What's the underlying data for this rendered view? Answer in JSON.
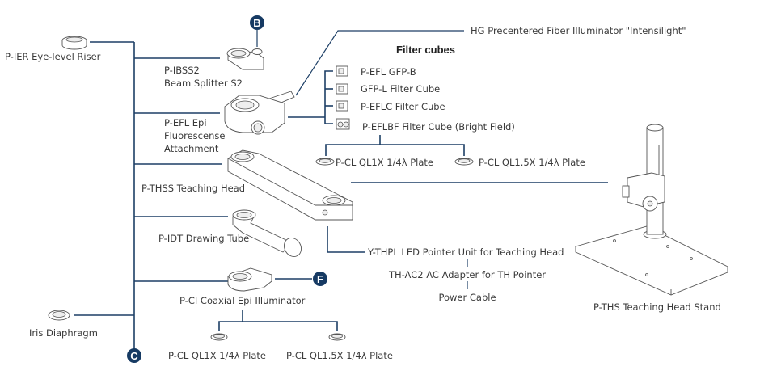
{
  "diagram": {
    "title": "Microscope accessory system diagram",
    "accent_color": "#1d3f66",
    "badge_color": "#163a63",
    "filter_cubes_heading": "Filter cubes",
    "badges": {
      "b": "B",
      "c": "C",
      "f": "F"
    },
    "labels": {
      "eye_level_riser": "P-IER Eye-level Riser",
      "beam_splitter_1": "P-IBSS2",
      "beam_splitter_2": "Beam Splitter S2",
      "hg_illuminator": "HG Precentered Fiber Illuminator \"Intensilight\"",
      "epi_fl_1": "P-EFL Epi",
      "epi_fl_2": "Fluorescense",
      "epi_fl_3": "Attachment",
      "teaching_head": "P-THSS Teaching Head",
      "drawing_tube": "P-IDT Drawing Tube",
      "coaxial_epi": "P-CI Coaxial Epi Illuminator",
      "iris_diaphragm": "Iris Diaphragm",
      "led_pointer": "Y-THPL LED Pointer Unit for Teaching Head",
      "ac_adapter": "TH-AC2 AC Adapter for TH Pointer",
      "power_cable": "Power Cable",
      "teaching_head_stand": "P-THS Teaching Head Stand"
    },
    "filter_cubes": [
      "P-EFL GFP-B",
      "GFP-L Filter Cube",
      "P-EFLC Filter Cube",
      "P-EFLBF Filter Cube (Bright Field)"
    ],
    "epi_plates": [
      "P-CL QL1X 1/4λ Plate",
      "P-CL QL1.5X 1/4λ Plate"
    ],
    "coaxial_plates": [
      "P-CL QL1X 1/4λ Plate",
      "P-CL QL1.5X 1/4λ Plate"
    ]
  }
}
